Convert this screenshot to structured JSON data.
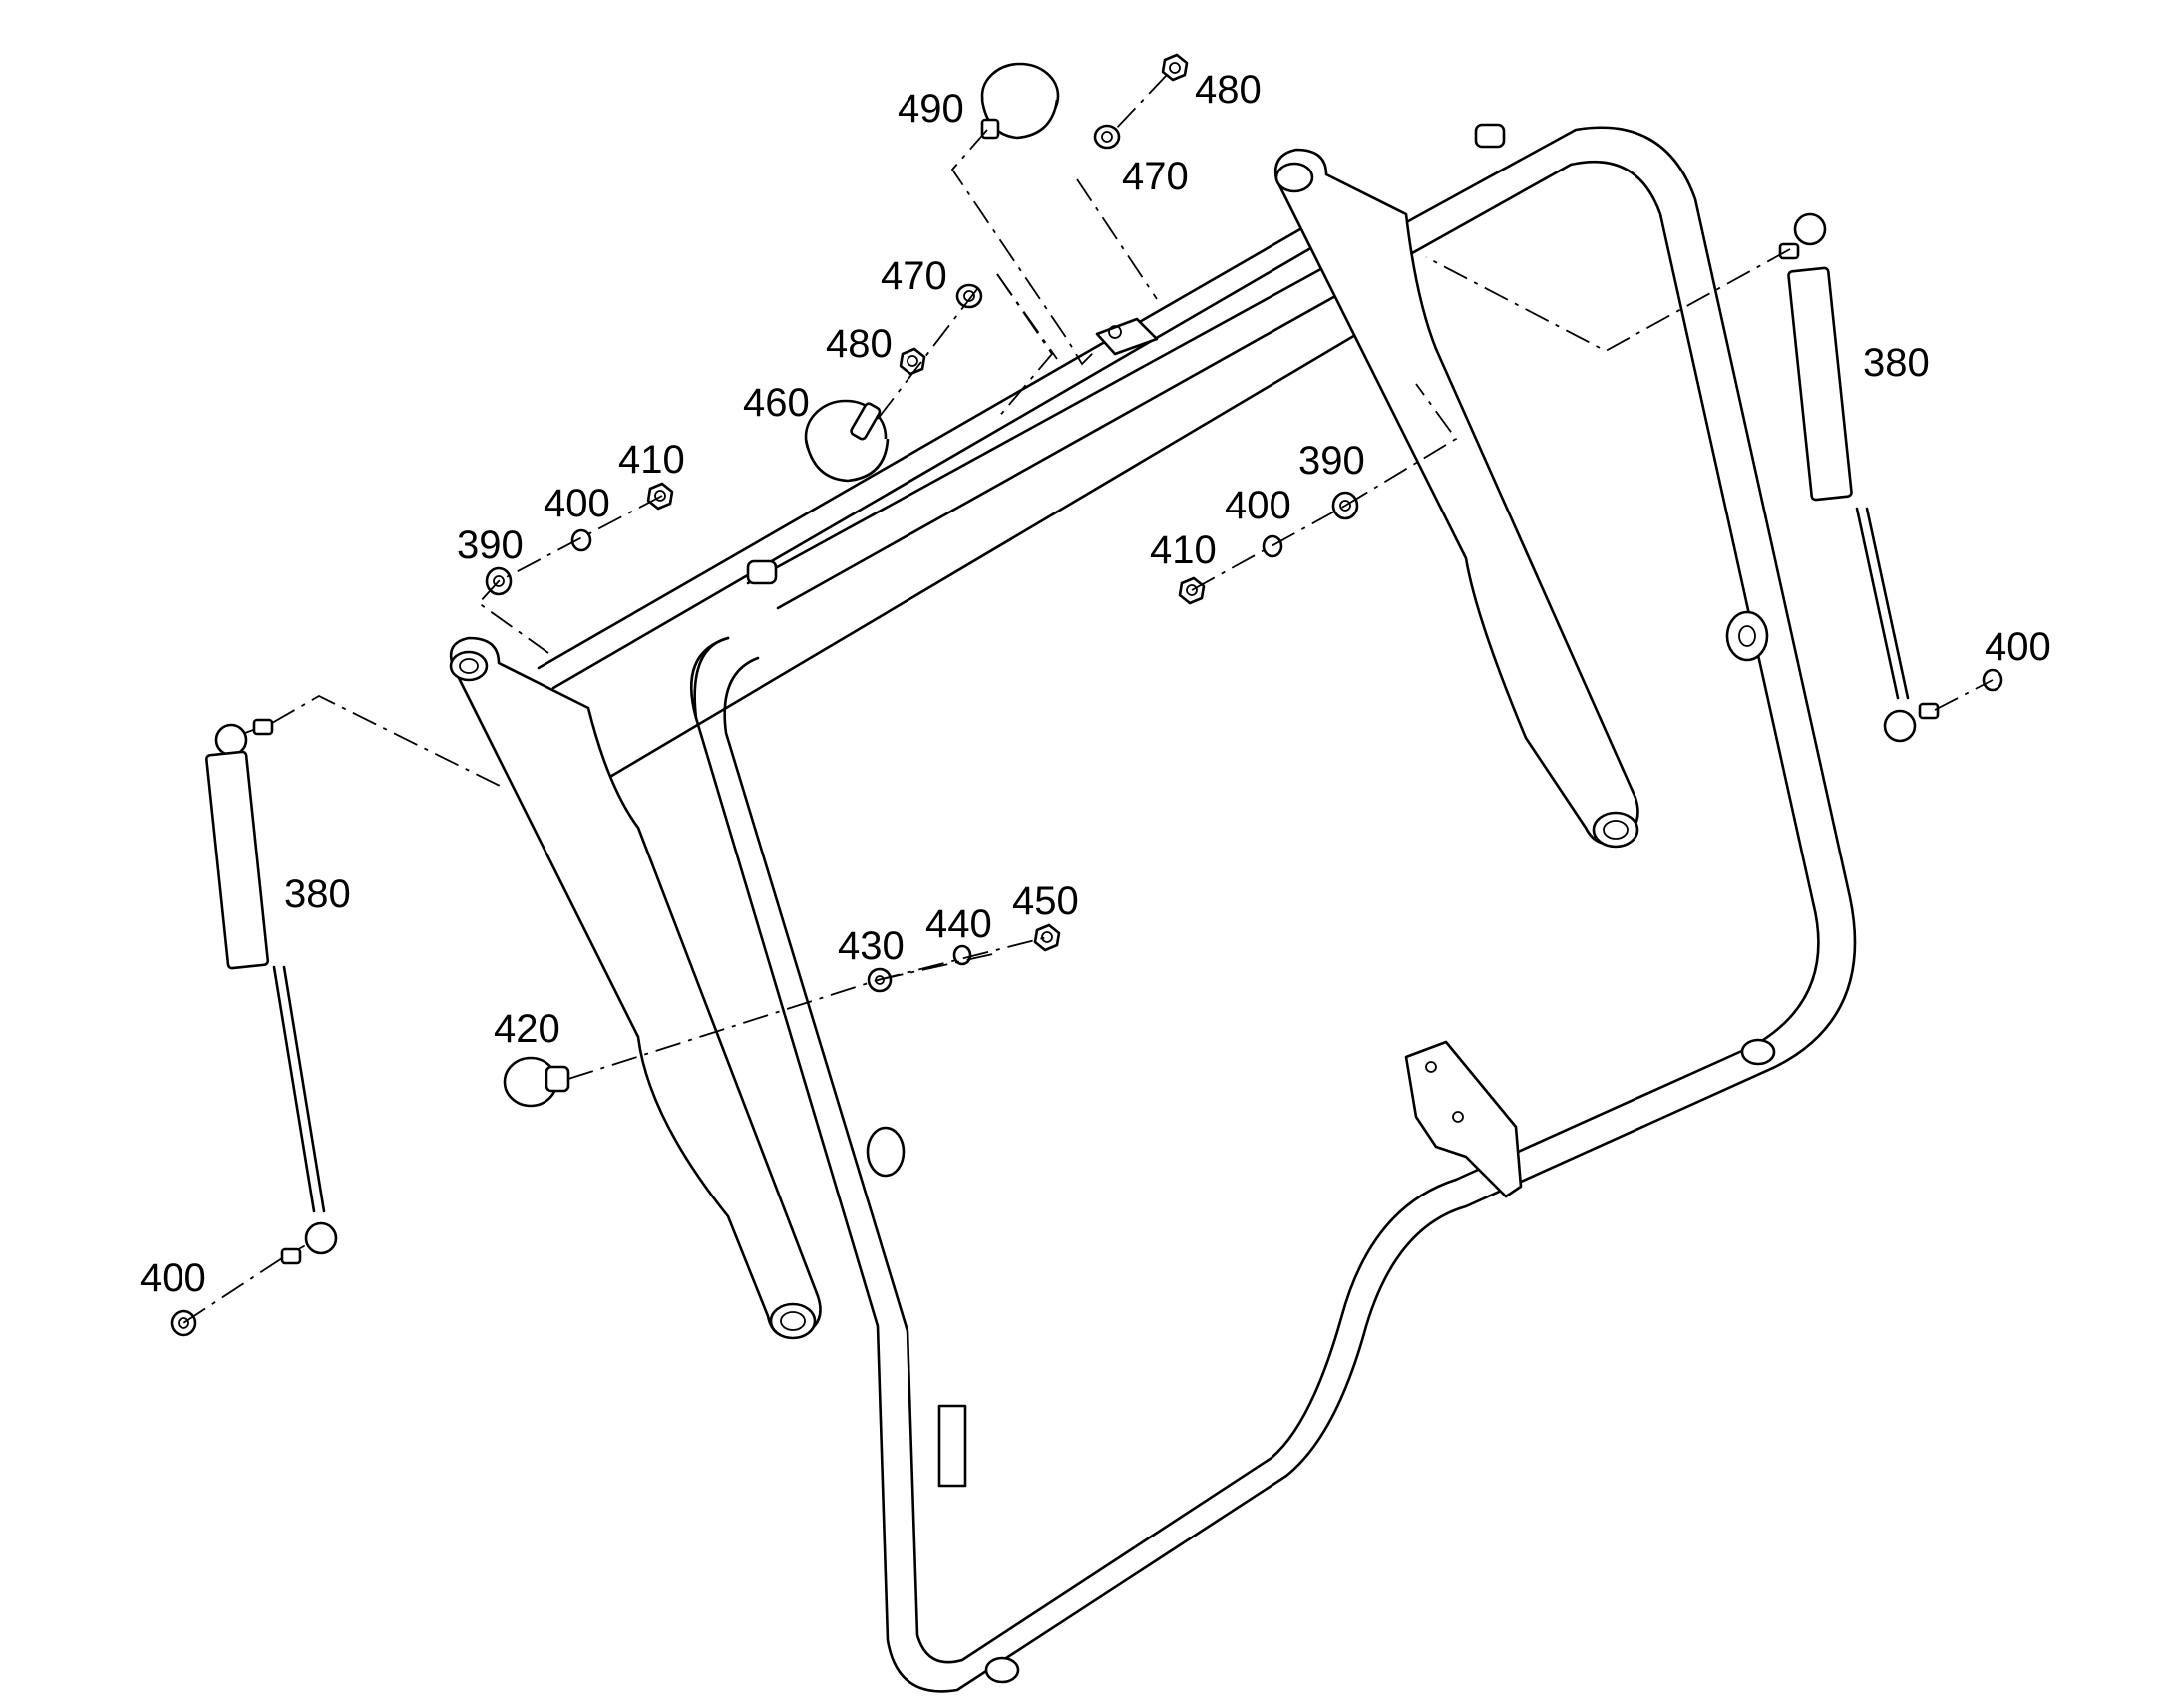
{
  "labels": {
    "l490": "490",
    "l480a": "480",
    "l470a": "470",
    "l470b": "470",
    "l480b": "480",
    "l460": "460",
    "l410a": "410",
    "l400a": "400",
    "l390a": "390",
    "l390b": "390",
    "l400b": "400",
    "l410b": "410",
    "l380a": "380",
    "l380b": "380",
    "l400c": "400",
    "l400d": "400",
    "l430": "430",
    "l440": "440",
    "l450": "450",
    "l420": "420"
  }
}
